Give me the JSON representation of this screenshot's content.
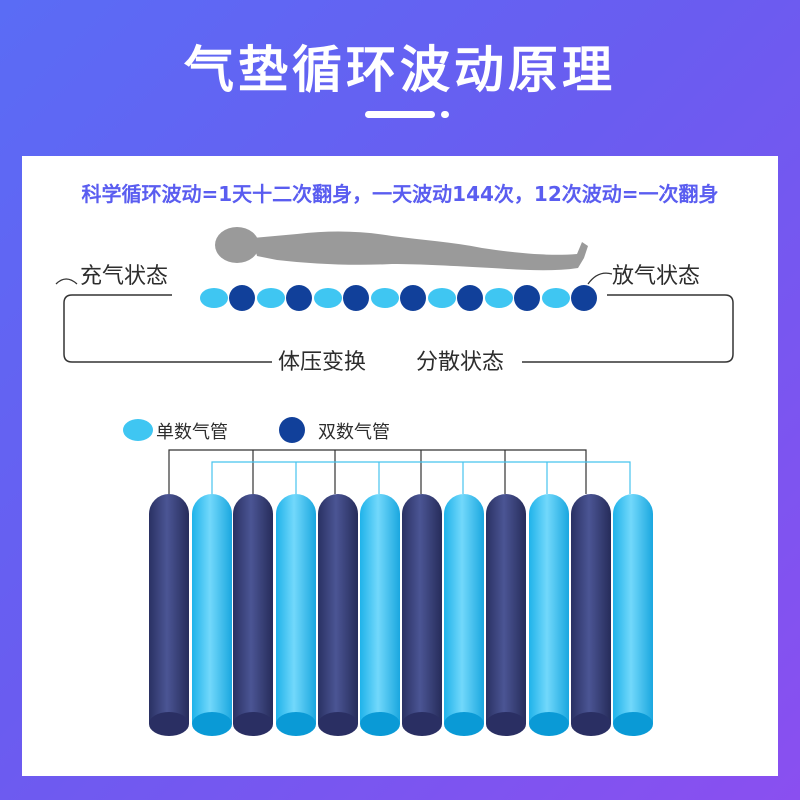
{
  "title": "气垫循环波动原理",
  "subtitle": "科学循环波动=1天十二次翻身，一天波动144次，12次波动=一次翻身",
  "states": {
    "inflate": "充气状态",
    "deflate": "放气状态",
    "body_pressure": "体压变换",
    "disperse": "分散状态"
  },
  "legend": {
    "single": "单数气管",
    "double": "双数气管"
  },
  "colors": {
    "single_tube": "#3fc6f2",
    "double_tube": "#3b447e",
    "background": "#6066f2",
    "accent_text": "#5a5df0"
  }
}
